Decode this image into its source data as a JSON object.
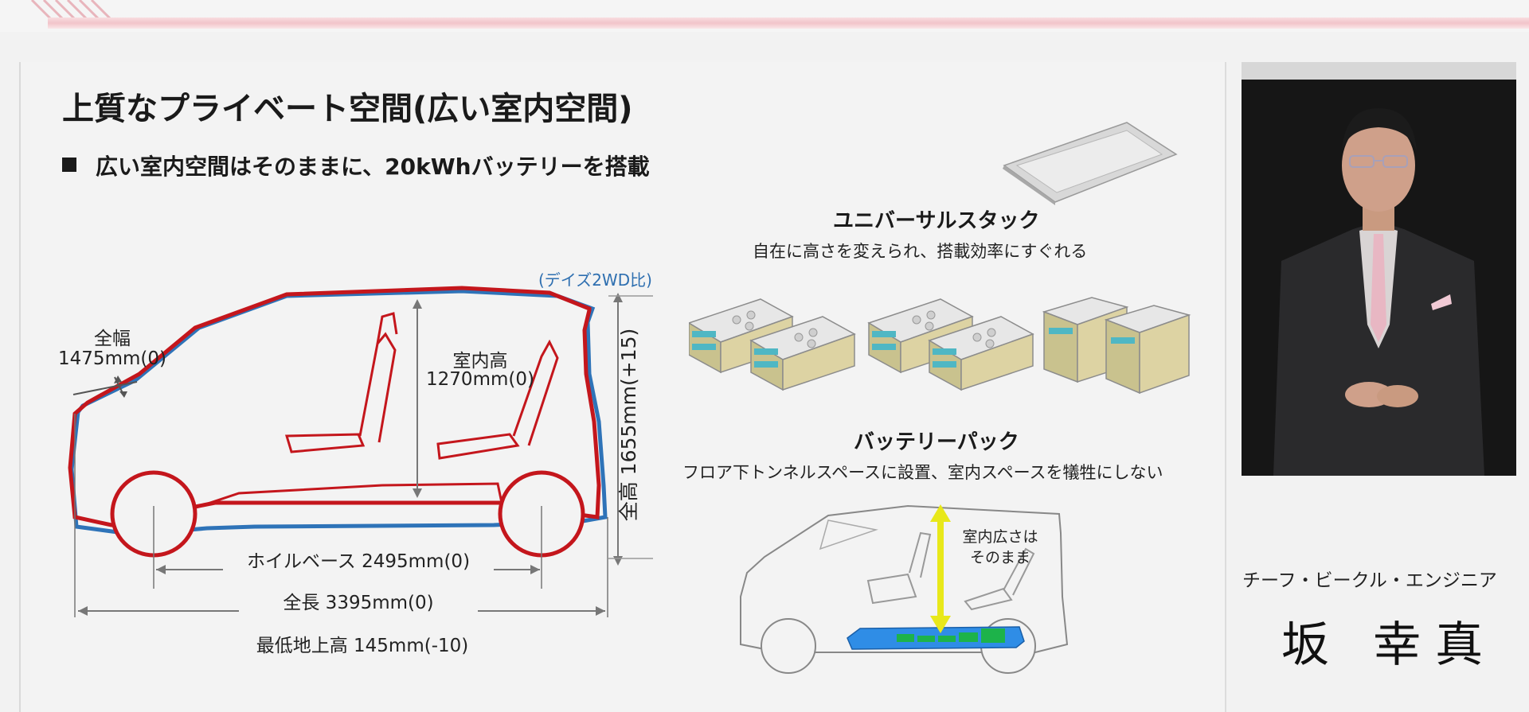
{
  "slide": {
    "title": "上質なプライベート空間(広い室内空間)",
    "bullet": "広い室内空間はそのままに、20kWhバッテリーを搭載",
    "comparison_note": "(デイズ2WD比)",
    "dimensions": {
      "width_label": "全幅",
      "width_value": "1475mm(0)",
      "interior_height_label": "室内高",
      "interior_height_value": "1270mm(0)",
      "total_height": "全高 1655mm(+15)",
      "wheelbase": "ホイルベース 2495mm(0)",
      "length": "全長 3395mm(0)",
      "ground_clearance": "最低地上高 145mm(-10)"
    },
    "universal_stack": {
      "title": "ユニバーサルスタック",
      "description": "自在に高さを変えられ、搭載効率にすぐれる"
    },
    "battery_pack": {
      "title": "バッテリーパック",
      "description": "フロア下トンネルスペースに設置、室内スペースを犠牲にしない",
      "interior_label_line1": "室内広さは",
      "interior_label_line2": "そのまま"
    }
  },
  "speaker": {
    "role": "チーフ・ビークル・エンジニア",
    "name": "坂 幸真"
  },
  "colors": {
    "outline_red": "#c4161c",
    "outline_blue": "#2e73b8",
    "note_blue": "#2e6fb0",
    "arrow_yellow": "#e8e81a",
    "battery_blue": "#2f8de6",
    "battery_green": "#1db34a"
  }
}
